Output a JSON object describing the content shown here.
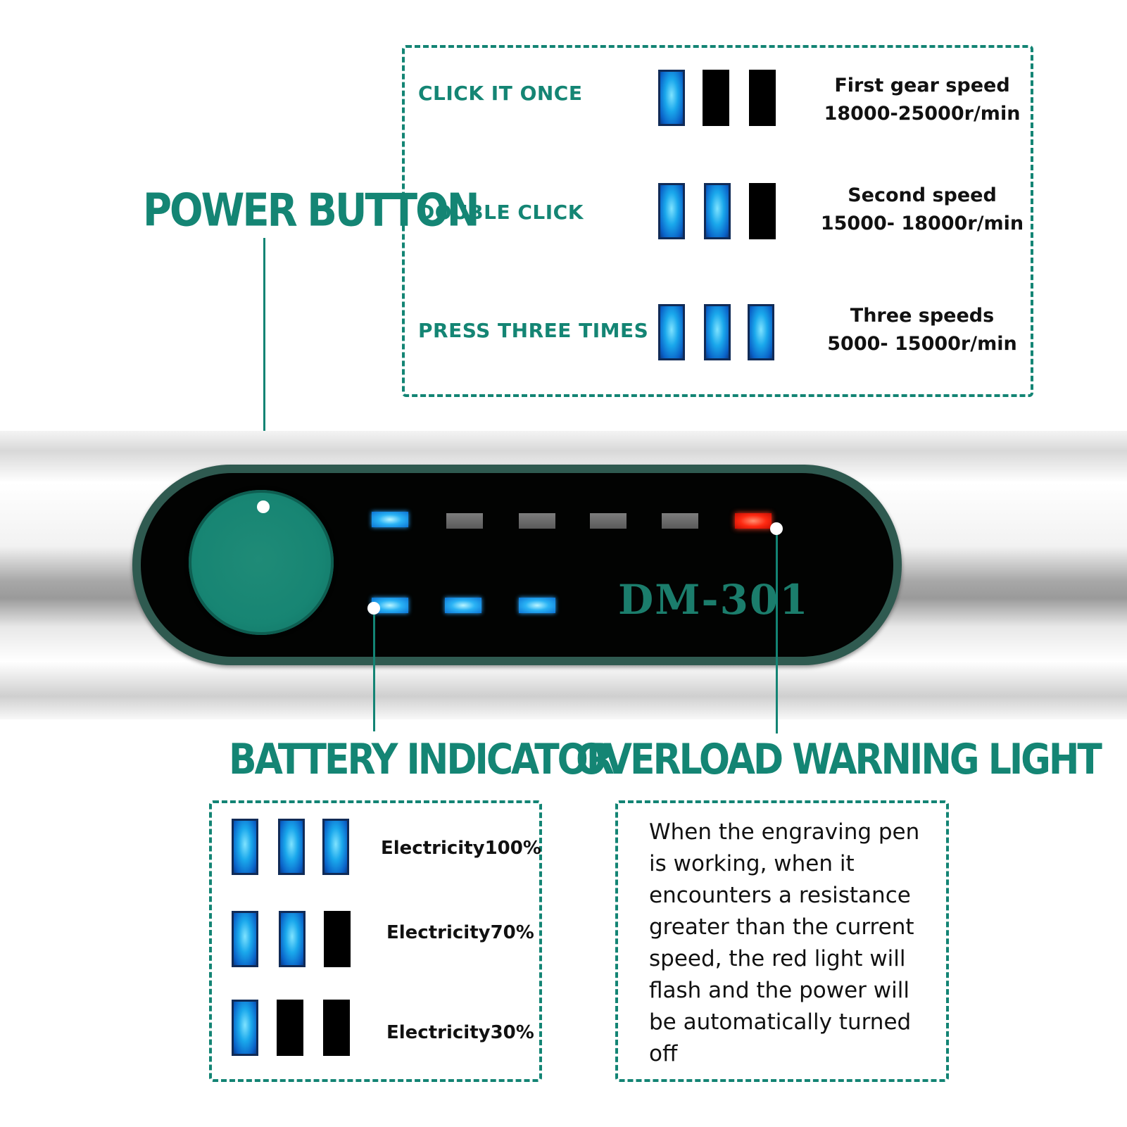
{
  "headings": {
    "power_button": "POWER BUTTON",
    "battery_indicator": "BATTERY INDICATOR",
    "overload_warning": "OVERLOAD WARNING LIGHT"
  },
  "speed_modes": [
    {
      "action": "CLICK IT ONCE",
      "lit_segments": 1,
      "name": "First gear speed",
      "range": "18000-25000r/min"
    },
    {
      "action": "DOUBLE CLICK",
      "lit_segments": 2,
      "name": "Second speed",
      "range": "15000- 18000r/min"
    },
    {
      "action": "PRESS THREE TIMES",
      "lit_segments": 3,
      "name": "Three speeds",
      "range": "5000- 15000r/min"
    }
  ],
  "device": {
    "model": "DM-301",
    "top_leds": [
      "blue",
      "grey",
      "grey",
      "grey",
      "grey",
      "red"
    ],
    "bottom_leds": [
      "blue",
      "blue",
      "blue"
    ]
  },
  "battery_levels": [
    {
      "label": "Electricity100%",
      "lit_segments": 3
    },
    {
      "label": "Electricity70%",
      "lit_segments": 2
    },
    {
      "label": "Electricity30%",
      "lit_segments": 1
    }
  ],
  "overload_description": "When the engraving pen is working, when it encounters a resistance greater than the current speed, the red light will flash and the power will be automatically turned off",
  "colors": {
    "accent": "#148574",
    "segment_on": "#1aa8ec",
    "segment_off": "#000000",
    "warning_red": "#ff2a12"
  }
}
